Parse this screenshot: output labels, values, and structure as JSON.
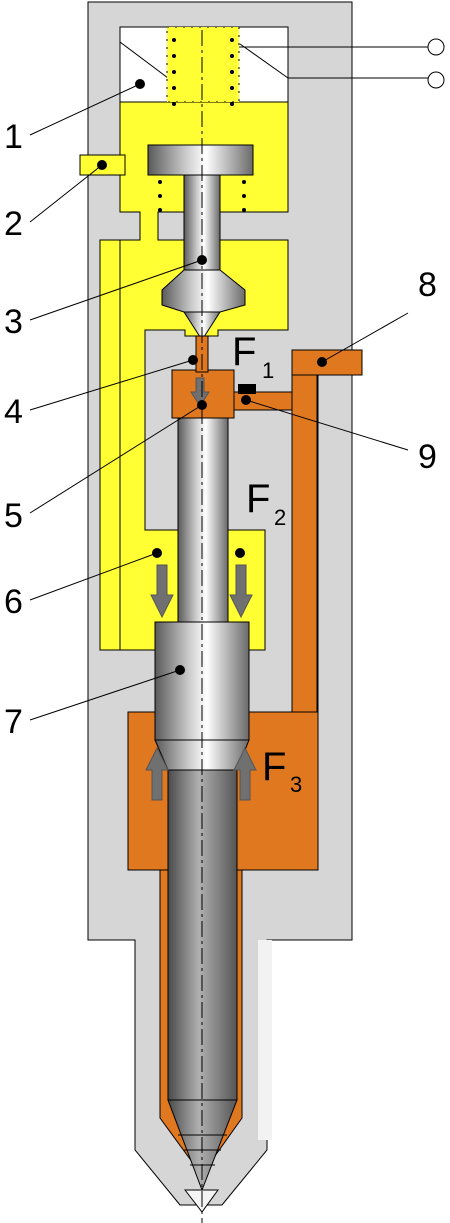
{
  "diagram": {
    "callouts": [
      {
        "id": "c1",
        "label": "1"
      },
      {
        "id": "c2",
        "label": "2"
      },
      {
        "id": "c3",
        "label": "3"
      },
      {
        "id": "c4",
        "label": "4"
      },
      {
        "id": "c5",
        "label": "5"
      },
      {
        "id": "c6",
        "label": "6"
      },
      {
        "id": "c7",
        "label": "7"
      },
      {
        "id": "c8",
        "label": "8"
      },
      {
        "id": "c9",
        "label": "9"
      }
    ],
    "forces": [
      {
        "id": "f1",
        "letter": "F",
        "sub": "1"
      },
      {
        "id": "f2",
        "letter": "F",
        "sub": "2"
      },
      {
        "id": "f3",
        "letter": "F",
        "sub": "3"
      }
    ],
    "colors": {
      "body": "#d6d6d6",
      "high_pressure": "#ffff33",
      "control_chamber": "#e07820",
      "needle": "#8a8a8a",
      "solenoid": "#ffffff",
      "outline": "#000000"
    }
  }
}
